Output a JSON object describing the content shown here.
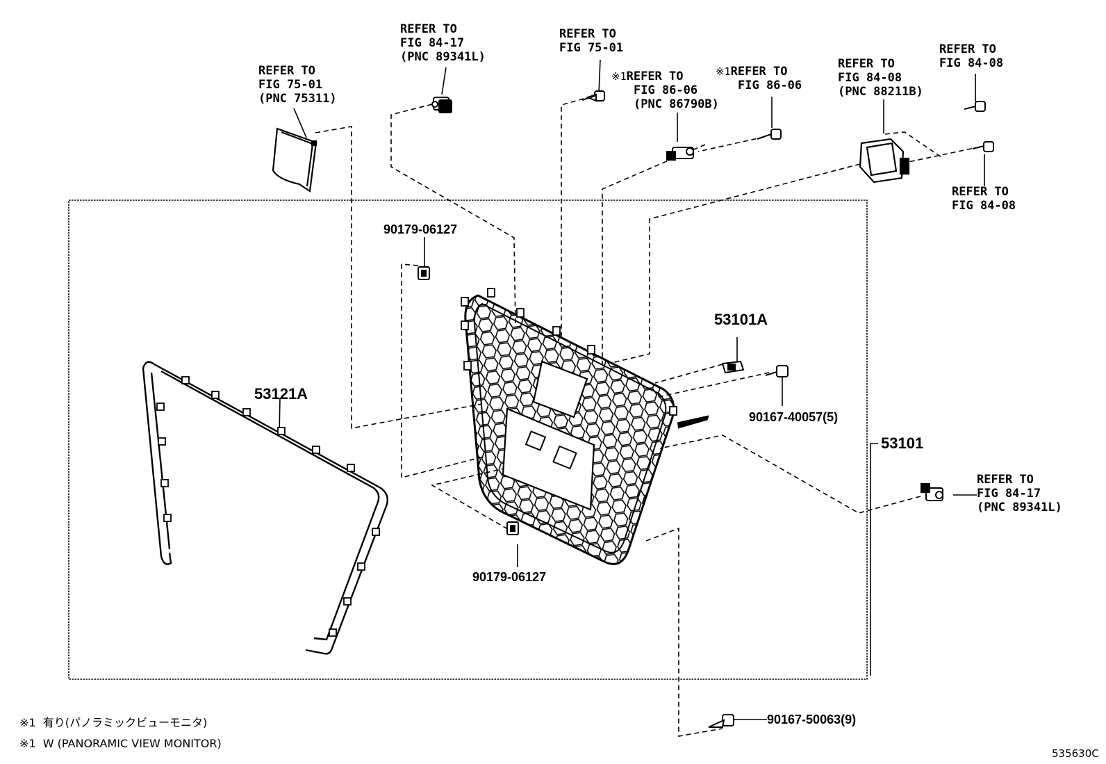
{
  "callouts": {
    "c1": {
      "lines": [
        "REFER TO",
        "FIG 75-01",
        "(PNC 75311)"
      ]
    },
    "c2": {
      "lines": [
        "REFER TO",
        "FIG 84-17",
        "(PNC 89341L)"
      ]
    },
    "c3": {
      "lines": [
        "REFER TO",
        "FIG 75-01"
      ]
    },
    "c4": {
      "mark": "※1",
      "lines": [
        "REFER TO",
        "FIG 86-06",
        "(PNC 86790B)"
      ]
    },
    "c5": {
      "mark": "※1",
      "lines": [
        "REFER TO",
        "FIG 86-06"
      ]
    },
    "c6": {
      "lines": [
        "REFER TO",
        "FIG 84-08",
        "(PNC 88211B)"
      ]
    },
    "c7": {
      "lines": [
        "REFER TO",
        "FIG 84-08"
      ]
    },
    "c8": {
      "lines": [
        "REFER TO",
        "FIG 84-08"
      ]
    },
    "c9": {
      "lines": [
        "REFER TO",
        "FIG 84-17",
        "(PNC 89341L)"
      ]
    }
  },
  "parts": {
    "clip_top": "90179-06127",
    "clip_bottom": "90179-06127",
    "bracket": "53101A",
    "screw_right": "90167-40057(5)",
    "screw_bottom": "90167-50063(9)",
    "grille": "53101",
    "molding": "53121A"
  },
  "notes": {
    "mark": "※1",
    "note_ja": "有り(パノラミックビューモニタ)",
    "note_en": "W (PANORAMIC VIEW MONITOR)"
  },
  "figure_id": "535630C"
}
